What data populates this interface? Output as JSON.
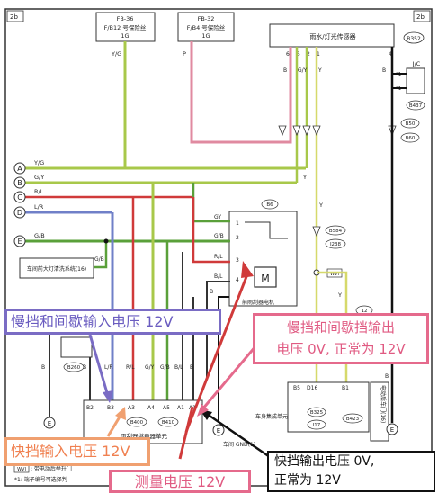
{
  "diagram": {
    "corner_left": "2b",
    "corner_right": "2b",
    "fuse_left": {
      "line1": "FB-36",
      "line2": "F/B12 号保险丝",
      "line3": "1G"
    },
    "fuse_right": {
      "line1": "FB-32",
      "line2": "F/B4 号保险丝",
      "line3": "1G"
    },
    "rain_sensor": "雨水/灯光传感器",
    "rain_sensor_tag": "B352",
    "jc_label": "J/C",
    "jc_pin_top": "*1",
    "jc_pin_bottom": "*1",
    "connector_tags": {
      "b437": "B437",
      "b50": "B50",
      "b60": "B60",
      "b584": "B584",
      "i238": "I238",
      "b6": "B6",
      "b260": "B260",
      "b400": "B400",
      "b410": "B410",
      "b325": "B325",
      "i17": "I17",
      "b423": "B423"
    },
    "sensor_pins": [
      "6",
      "5",
      "2",
      "1",
      "4"
    ],
    "sensor_wires": {
      "pin5": "B",
      "pin2": "G/Y",
      "pin1": "Y",
      "pin4": "B"
    },
    "fuse_wires": {
      "left": "Y/G",
      "right": "P"
    },
    "bus_letters": [
      "A",
      "B",
      "C",
      "D",
      "E"
    ],
    "bus_wires": {
      "a": "Y/G",
      "b": "G/Y",
      "c": "R/L",
      "d": "L/R",
      "e": "G/B"
    },
    "bus_b_y": "Y",
    "motor_pins": [
      "1",
      "2",
      "3",
      "4"
    ],
    "motor_wires": {
      "gy": "GY",
      "gb": "G/B",
      "rl": "R/L",
      "bl": "B/L",
      "b": "B"
    },
    "motor_label": "前雨刮器电机",
    "motor_symbol": "M",
    "washer_label": "车间前大灯清洗系统(16)",
    "washer_wire": "G/B",
    "y_labels": {
      "vertical": "Y",
      "lower": "Y"
    },
    "w12": "12",
    "wvi": "WVI",
    "relay_pins": [
      "B2",
      "B3",
      "A3",
      "A4",
      "A5",
      "A1",
      "A1"
    ],
    "relay_wires": {
      "b2": "B",
      "b3": "L/R",
      "a3": "R/L",
      "a4": "G/Y",
      "a5": "G/B",
      "a1a": "B/L",
      "a1b": "B"
    },
    "relay_label": "雨刮器继电器单元",
    "body_unit": {
      "pin_left": "B5",
      "pin_mid": "D16",
      "pin_right": "B1",
      "label": "车身集成单元"
    },
    "lbl_wvi_left": "WVI",
    "left_col_b": "B",
    "ground_label": "车间 GND(1)",
    "door_label": "电动后车门(16)",
    "door_label_b": "B",
    "footnote_tag": "WVI",
    "footnote1": ": 带电动后举升门",
    "footnote2": "*1: 端子编号可选择判",
    "ground_symbol": "E"
  },
  "annotations": {
    "slow": "慢挡和间歇输入电压 12V",
    "intermittent_1": "慢挡和间歇挡输出",
    "intermittent_2": "电压 0V, 正常为 12V",
    "fast_in": "快挡输入电压 12V",
    "fast_out_1": "快挡输出电压 0V,",
    "fast_out_2": "正常为 12V",
    "measure": "测量电压 12V"
  },
  "colors": {
    "wire_green": "#a8c84a",
    "wire_bright_green": "#5aa03a",
    "wire_yellow": "#d6d96b",
    "wire_pink": "#e08aa0",
    "wire_blue": "#7080c8",
    "wire_red": "#d03a3a",
    "frame": "#222222"
  }
}
